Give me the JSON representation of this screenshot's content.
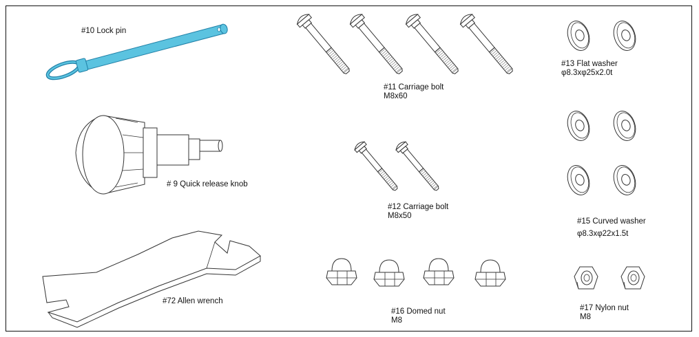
{
  "colors": {
    "line": "#333333",
    "accent": "#5bc3e0",
    "accent_stroke": "#1f7fa6"
  },
  "parts": [
    {
      "id": "lock-pin",
      "icon": "lock-pin-icon",
      "lines": [
        "#10 Lock pin"
      ],
      "qty": 1
    },
    {
      "id": "quick-release-knob",
      "icon": "knob-icon",
      "lines": [
        "# 9 Quick release knob"
      ],
      "qty": 1
    },
    {
      "id": "allen-wrench",
      "icon": "wrench-icon",
      "lines": [
        "#72 Allen wrench"
      ],
      "qty": 1
    },
    {
      "id": "carriage-bolt-m8x60",
      "icon": "carriage-bolt-icon",
      "lines": [
        "#11 Carriage bolt",
        "M8x60"
      ],
      "qty": 4
    },
    {
      "id": "carriage-bolt-m8x50",
      "icon": "carriage-bolt-icon",
      "lines": [
        "#12 Carriage bolt",
        "M8x50"
      ],
      "qty": 2
    },
    {
      "id": "domed-nut",
      "icon": "domed-nut-icon",
      "lines": [
        "#16 Domed nut",
        "M8"
      ],
      "qty": 4
    },
    {
      "id": "flat-washer",
      "icon": "washer-icon",
      "lines": [
        "#13 Flat washer",
        "φ8.3xφ25x2.0t"
      ],
      "qty": 2
    },
    {
      "id": "curved-washer",
      "icon": "washer-icon",
      "lines": [
        "#15 Curved washer",
        "φ8.3xφ22x1.5t"
      ],
      "qty": 4
    },
    {
      "id": "nylon-nut",
      "icon": "hex-nut-icon",
      "lines": [
        "#17 Nylon nut",
        "M8"
      ],
      "qty": 2
    }
  ]
}
